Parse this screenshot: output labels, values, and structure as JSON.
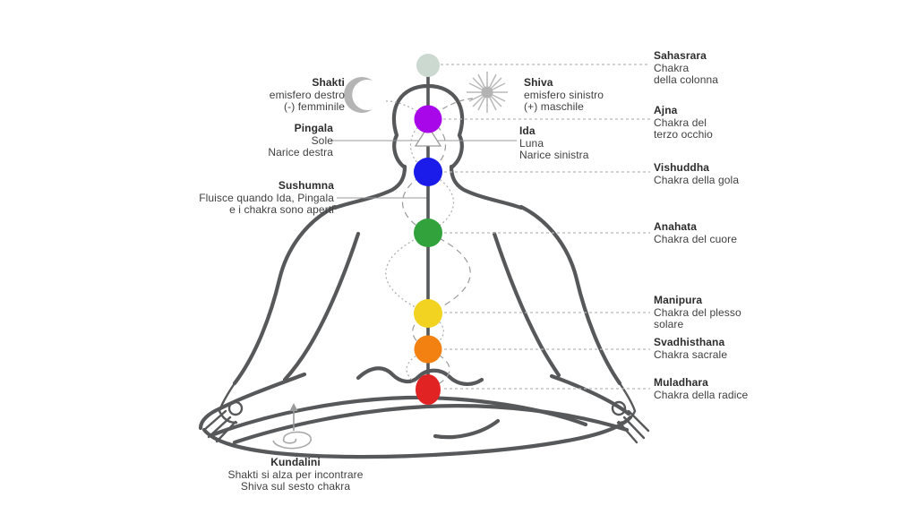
{
  "diagram": {
    "background": "#ffffff",
    "body_line_color": "#57585a",
    "leader_line_color": "#b9b9b9",
    "text_color": "#3f3f3f"
  },
  "left_labels": {
    "shakti": {
      "title": "Shakti",
      "body": "emisfero destro\n(-) femminile"
    },
    "pingala": {
      "title": "Pingala",
      "body": "Sole\nNarice destra"
    },
    "sushumna": {
      "title": "Sushumna",
      "body": "Fluisce quando Ida, Pingala\ne i chakra sono aperti"
    }
  },
  "center_labels": {
    "shiva": {
      "title": "Shiva",
      "body": "emisfero sinistro\n(+) maschile"
    },
    "ida": {
      "title": "Ida",
      "body": "Luna\nNarice sinistra"
    }
  },
  "chakra_labels": [
    {
      "title": "Sahasrara",
      "body": "Chakra\ndella colonna",
      "color": "#ccd9d0"
    },
    {
      "title": "Ajna",
      "body": "Chakra del\nterzo occhio",
      "color": "#a807ea"
    },
    {
      "title": "Vishuddha",
      "body": "Chakra della gola",
      "color": "#1b1bea"
    },
    {
      "title": "Anahata",
      "body": "Chakra del cuore",
      "color": "#31a23c"
    },
    {
      "title": "Manipura",
      "body": "Chakra del plesso\nsolare",
      "color": "#f2d321"
    },
    {
      "title": "Svadhisthana",
      "body": "Chakra sacrale",
      "color": "#f28111"
    },
    {
      "title": "Muladhara",
      "body": "Chakra della radice",
      "color": "#e12323"
    }
  ],
  "kundalini": {
    "title": "Kundalini",
    "body": "Shakti si alza per incontrare\nShiva sul sesto chakra"
  },
  "icons": {
    "moon": "crescent-moon",
    "sun": "sun-rays",
    "coil": "kundalini-coil",
    "arrow": "rising-arrow"
  }
}
